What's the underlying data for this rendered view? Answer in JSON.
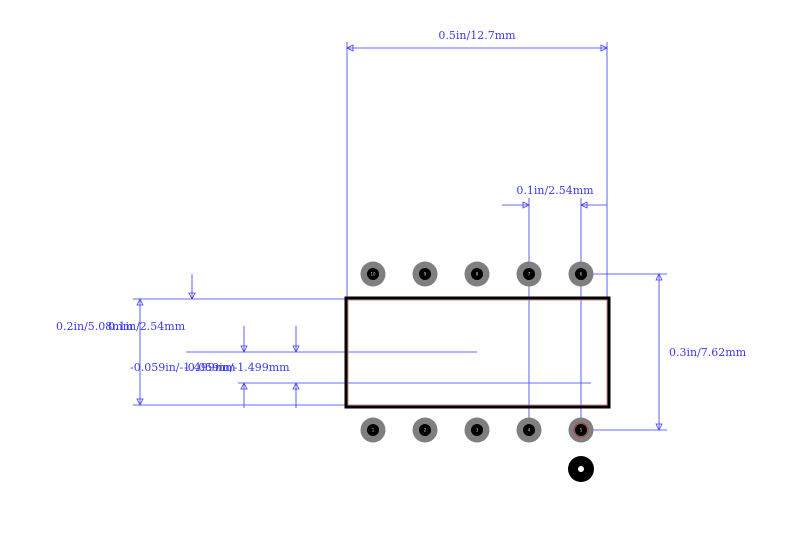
{
  "dimensions": {
    "overall_width": "0.5in/12.7mm",
    "pitch": "0.1in/2.54mm",
    "row_spacing": "0.3in/7.62mm",
    "body_height": "0.2in/5.08mm",
    "pin_span": "0.1in/2.54mm",
    "offset_a": "-0.059in/-1.499mm",
    "offset_b": "-0.059in/-1.499mm"
  },
  "top_row_pins": [
    "10",
    "9",
    "8",
    "7",
    "6"
  ],
  "bottom_row_pins": [
    "1",
    "2",
    "3",
    "4",
    "5"
  ],
  "colors": {
    "dimension": "#3a3af0",
    "pad": "#7f7f7f",
    "hole": "#000000",
    "body_outline": "#000000",
    "courtyard": "#c87070"
  }
}
